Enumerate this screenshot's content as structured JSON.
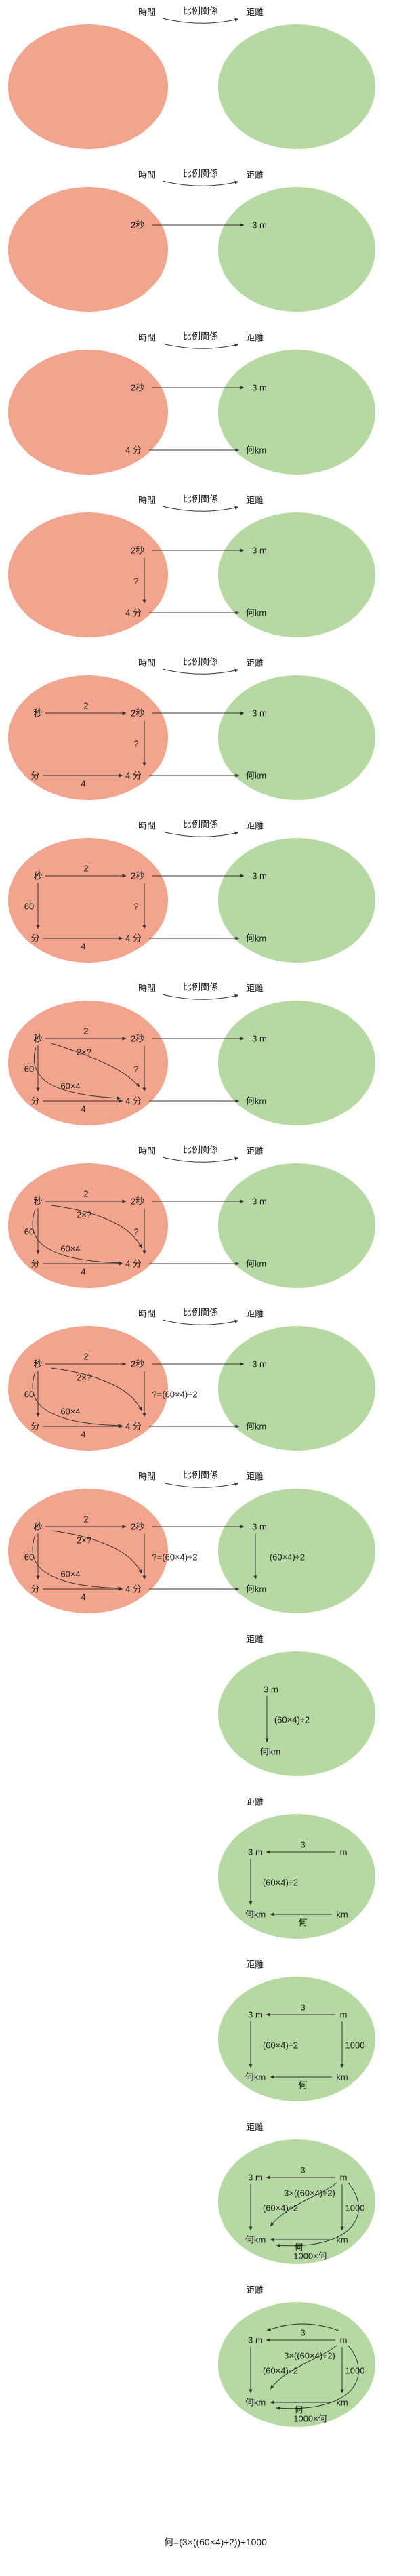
{
  "colors": {
    "time_fill": "#f2a58c",
    "distance_fill": "#b6d9a4",
    "line": "#333333"
  },
  "headers": {
    "time": "時間",
    "relation": "比例関係",
    "distance": "距離"
  },
  "values": {
    "two_sec": "2秒",
    "three_m": "3 m",
    "four_min": "4 分",
    "what_km": "何km",
    "sec_unit": "秒",
    "min_unit": "分",
    "m_unit": "m",
    "km_unit": "km",
    "times_two": "2",
    "times_four": "4",
    "times_sixty": "60",
    "times_three": "3",
    "times_thousand": "1000",
    "times_what": "何",
    "unknown": "?",
    "two_times_unknown": "2×?",
    "sixty_times_four": "60×4",
    "unknown_solved": "?=(60×4)÷2",
    "scale_factor": "(60×4)÷2",
    "left_path_product": "3×((60×4)÷2)",
    "right_path_product": "1000×何",
    "final_formula": "何=(3×((60×4)÷2))÷1000"
  }
}
